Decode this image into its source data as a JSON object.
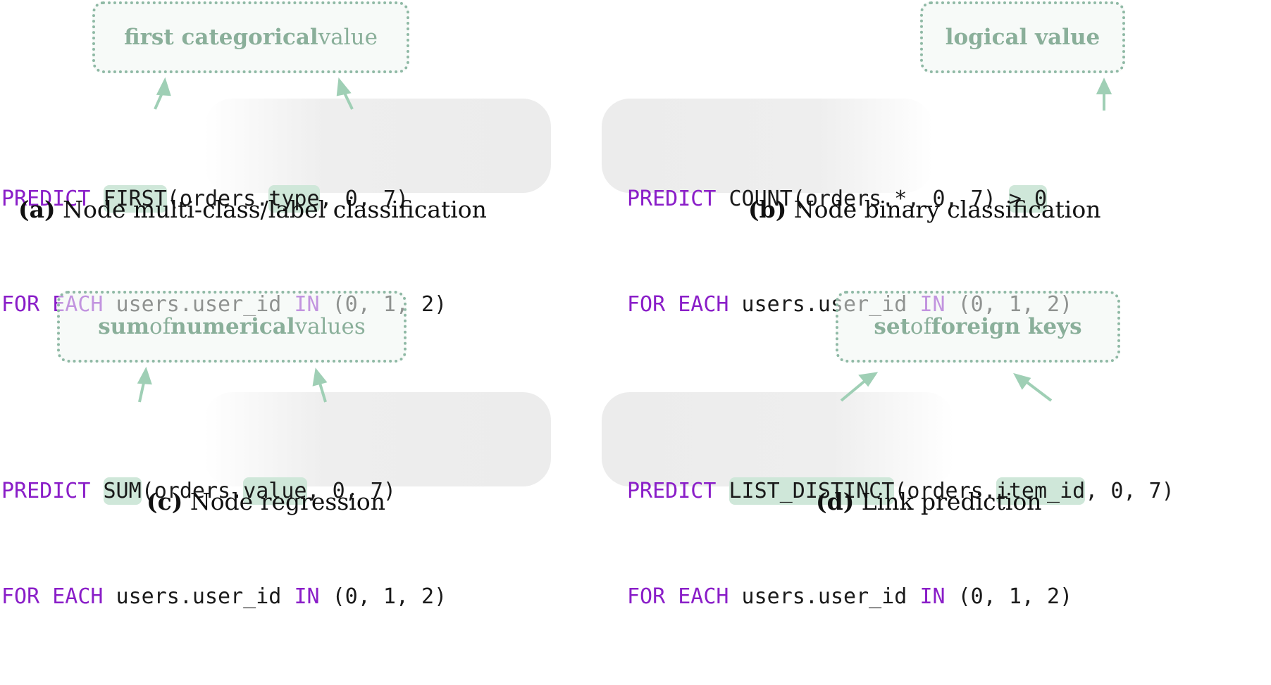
{
  "panels": [
    {
      "id": "a",
      "callout": {
        "parts": [
          {
            "text": "first categorical",
            "bold": true
          },
          {
            "text": " value",
            "bold": false
          }
        ]
      },
      "code": {
        "line1": [
          {
            "t": "PREDICT",
            "c": "kw"
          },
          {
            "t": " ",
            "c": ""
          },
          {
            "t": "FIRST",
            "c": "hl"
          },
          {
            "t": "(orders.",
            "c": ""
          },
          {
            "t": "type",
            "c": "hl"
          },
          {
            "t": ", 0, 7)",
            "c": ""
          }
        ],
        "line2": [
          {
            "t": "FOR EACH",
            "c": "kw"
          },
          {
            "t": " users.user_id ",
            "c": ""
          },
          {
            "t": "IN",
            "c": "kw"
          },
          {
            "t": " (0, 1, 2)",
            "c": ""
          }
        ]
      },
      "caption": {
        "tag": "(a)",
        "text": " Node multi-class/label classification"
      }
    },
    {
      "id": "b",
      "callout": {
        "parts": [
          {
            "text": "logical value",
            "bold": true
          }
        ]
      },
      "code": {
        "line1": [
          {
            "t": "PREDICT",
            "c": "kw"
          },
          {
            "t": " COUNT(orders.*, 0, 7) ",
            "c": ""
          },
          {
            "t": "> 0",
            "c": "hl"
          }
        ],
        "line2": [
          {
            "t": "FOR EACH",
            "c": "kw"
          },
          {
            "t": " users.user_id ",
            "c": ""
          },
          {
            "t": "IN",
            "c": "kw"
          },
          {
            "t": " (0, 1, 2)",
            "c": ""
          }
        ]
      },
      "caption": {
        "tag": "(b)",
        "text": " Node binary classification"
      }
    },
    {
      "id": "c",
      "callout": {
        "parts": [
          {
            "text": "sum",
            "bold": true
          },
          {
            "text": " of ",
            "bold": false
          },
          {
            "text": "numerical",
            "bold": true
          },
          {
            "text": " values",
            "bold": false
          }
        ]
      },
      "code": {
        "line1": [
          {
            "t": "PREDICT",
            "c": "kw"
          },
          {
            "t": " ",
            "c": ""
          },
          {
            "t": "SUM",
            "c": "hl"
          },
          {
            "t": "(orders.",
            "c": ""
          },
          {
            "t": "value",
            "c": "hl"
          },
          {
            "t": ", 0, 7)",
            "c": ""
          }
        ],
        "line2": [
          {
            "t": "FOR EACH",
            "c": "kw"
          },
          {
            "t": " users.user_id ",
            "c": ""
          },
          {
            "t": "IN",
            "c": "kw"
          },
          {
            "t": " (0, 1, 2)",
            "c": ""
          }
        ]
      },
      "caption": {
        "tag": "(c)",
        "text": " Node regression"
      }
    },
    {
      "id": "d",
      "callout": {
        "parts": [
          {
            "text": "set",
            "bold": true
          },
          {
            "text": " of ",
            "bold": false
          },
          {
            "text": "foreign keys",
            "bold": true
          }
        ]
      },
      "code": {
        "line1": [
          {
            "t": "PREDICT",
            "c": "kw"
          },
          {
            "t": " ",
            "c": ""
          },
          {
            "t": "LIST_DISTINCT",
            "c": "hl"
          },
          {
            "t": "(orders.",
            "c": ""
          },
          {
            "t": "item_id",
            "c": "hl"
          },
          {
            "t": ", 0, 7)",
            "c": ""
          }
        ],
        "line2": [
          {
            "t": "FOR EACH",
            "c": "kw"
          },
          {
            "t": " users.user_id ",
            "c": ""
          },
          {
            "t": "IN",
            "c": "kw"
          },
          {
            "t": " (0, 1, 2)",
            "c": ""
          }
        ]
      },
      "caption": {
        "tag": "(d)",
        "text": " Link prediction"
      }
    }
  ],
  "colors": {
    "keyword": "#8a1ec8",
    "highlight": "#cfe7d9",
    "callout_border": "#8fb9a5",
    "callout_text": "#8aaf9a",
    "arrow": "#9fcfb5"
  }
}
